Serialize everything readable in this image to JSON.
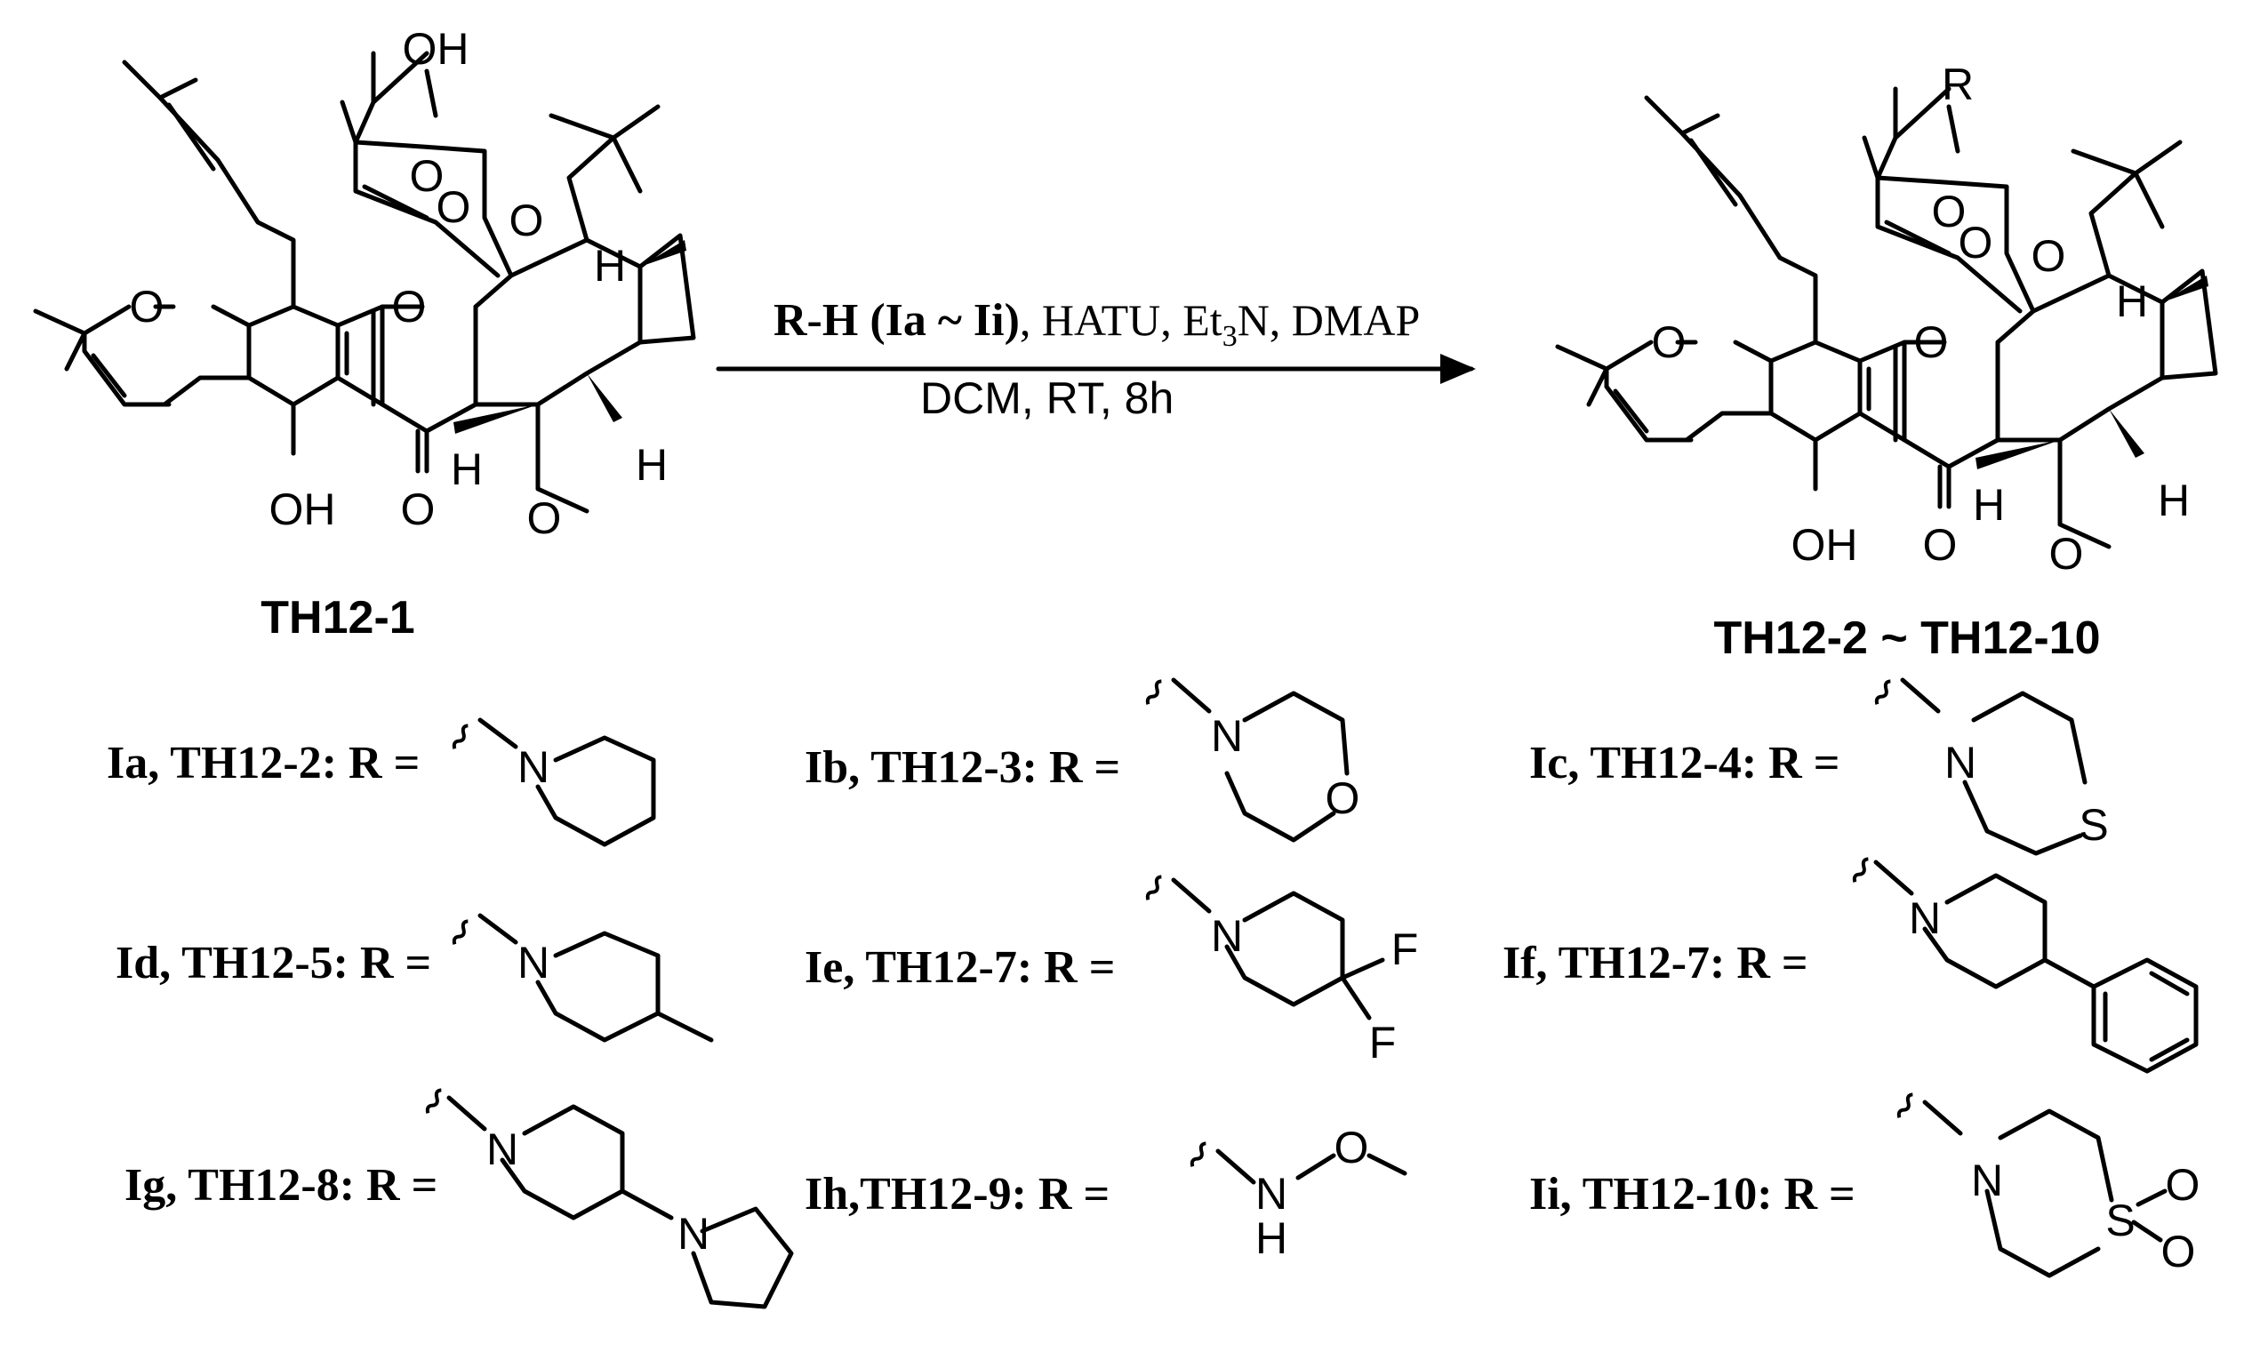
{
  "reaction": {
    "reagents_bold": "R-H (Ia ~ Ii)",
    "reagents_rest": ", HATU, Et",
    "reagents_sub": "3",
    "reagents_tail": "N, DMAP",
    "conditions": "DCM, RT,  8h"
  },
  "compounds": {
    "starting_material": "TH12-1",
    "product": "TH12-2 ~ TH12-10"
  },
  "atoms": {
    "oh": "OH",
    "o": "O",
    "h": "H",
    "n": "N",
    "s": "S",
    "f": "F",
    "r": "R",
    "nh_h": "H"
  },
  "substituents": [
    {
      "label": "Ia, TH12-2: R ="
    },
    {
      "label": "Ib, TH12-3: R ="
    },
    {
      "label": "Ic, TH12-4: R ="
    },
    {
      "label": "Id, TH12-5: R ="
    },
    {
      "label": "Ie, TH12-7: R ="
    },
    {
      "label": "If, TH12-7: R ="
    },
    {
      "label": "Ig, TH12-8: R ="
    },
    {
      "label": "Ih,TH12-9: R ="
    },
    {
      "label": "Ii, TH12-10: R ="
    }
  ]
}
